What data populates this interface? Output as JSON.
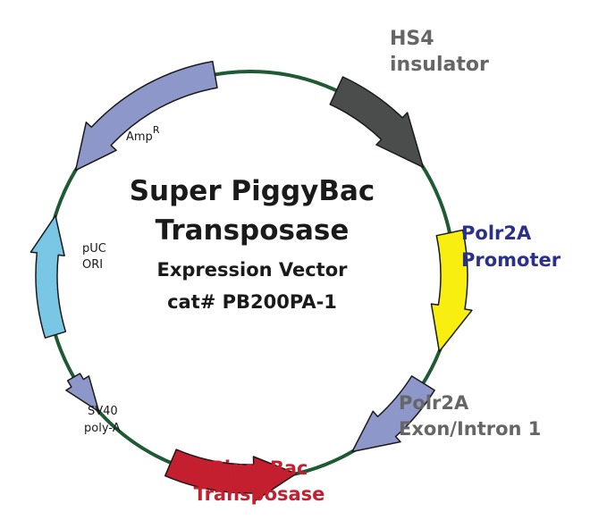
{
  "colors": {
    "backbone": "#1f5a34",
    "outline": "#1a1a1a",
    "hs4": "#4b4d4d",
    "polr2a_promoter": "#f8ee10",
    "polr2a_exon": "#8e97c9",
    "piggybac": "#c41f2e",
    "sv40": "#8e97c9",
    "puc": "#79c7e4",
    "ampr": "#8e97c9",
    "label_gray": "#666666",
    "label_blue": "#2b3088",
    "label_red": "#c41f2e",
    "label_black": "#1a1a1a"
  },
  "center": {
    "line1": "Super PiggyBac",
    "line2": "Transposase",
    "line3": "Expression Vector",
    "line4": "cat# PB200PA-1"
  },
  "features": [
    {
      "id": "hs4",
      "label_lines": [
        "HS4",
        "insulator"
      ]
    },
    {
      "id": "polr2a_promoter",
      "label_lines": [
        "Polr2A",
        "Promoter"
      ]
    },
    {
      "id": "polr2a_exon",
      "label_lines": [
        "Polr2A",
        "Exon/Intron 1"
      ]
    },
    {
      "id": "piggybac",
      "label_lines": [
        "PiggyBac",
        "Transposase"
      ]
    },
    {
      "id": "sv40",
      "label_lines": [
        "SV40",
        "poly-A"
      ]
    },
    {
      "id": "puc",
      "label_lines": [
        "pUC",
        "ORI"
      ]
    },
    {
      "id": "ampr",
      "label_main": "Amp",
      "label_sup": "R"
    }
  ]
}
